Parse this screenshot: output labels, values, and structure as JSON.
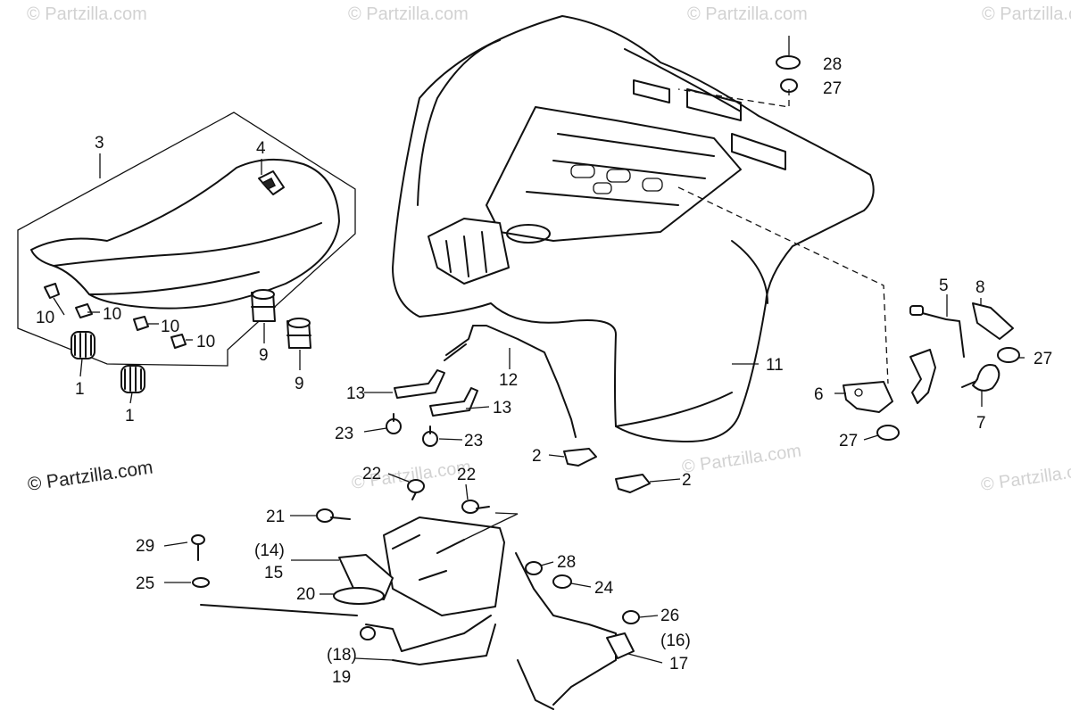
{
  "watermark": "© Partzilla.com",
  "copyright": "© Partzilla.com",
  "callouts": {
    "c1a": "1",
    "c1b": "1",
    "c2a": "2",
    "c2b": "2",
    "c3": "3",
    "c4": "4",
    "c5": "5",
    "c6": "6",
    "c7": "7",
    "c8": "8",
    "c9a": "9",
    "c9b": "9",
    "c10a": "10",
    "c10b": "10",
    "c10c": "10",
    "c10d": "10",
    "c11": "11",
    "c12": "12",
    "c13a": "13",
    "c13b": "13",
    "c14": "(14)",
    "c15": "15",
    "c16": "(16)",
    "c17": "17",
    "c18": "(18)",
    "c19": "19",
    "c20": "20",
    "c21": "21",
    "c22a": "22",
    "c22b": "22",
    "c23a": "23",
    "c23b": "23",
    "c24": "24",
    "c25": "25",
    "c26": "26",
    "c27a": "27",
    "c27b": "27",
    "c27c": "27",
    "c28a": "28",
    "c28b": "28",
    "c29": "29"
  }
}
